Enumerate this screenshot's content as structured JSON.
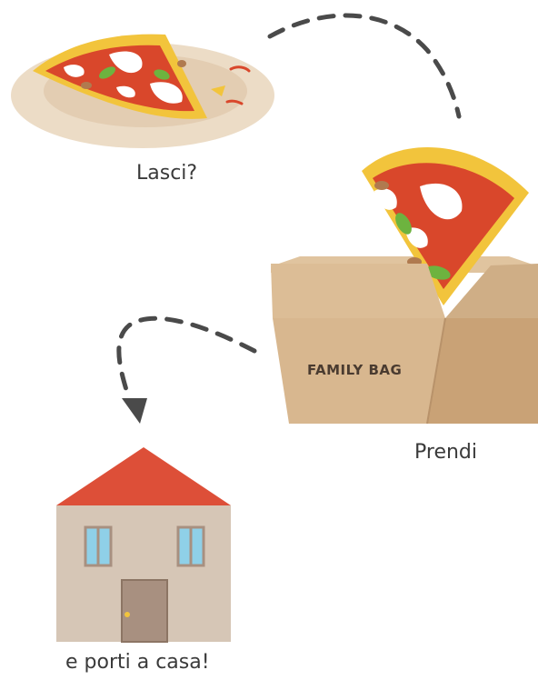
{
  "steps": {
    "leave": {
      "caption": "Lasci?"
    },
    "take": {
      "caption": "Prendi",
      "bag_text": "FAMILY BAG"
    },
    "home": {
      "caption": "e porti a casa!"
    }
  },
  "colors": {
    "plate_outer": "#ecdcc6",
    "plate_inner": "#e3cdb2",
    "crust": "#f2c43c",
    "sauce": "#d9472b",
    "mozzarella": "#ffffff",
    "basil": "#6db33f",
    "mushroom": "#b07a4f",
    "box_front": "#d8b78f",
    "box_side": "#c9a276",
    "roof": "#dd4f38",
    "wall": "#d6c6b6",
    "window": "#8fd0e8",
    "door": "#a89080",
    "arrow": "#4a4a4a"
  }
}
